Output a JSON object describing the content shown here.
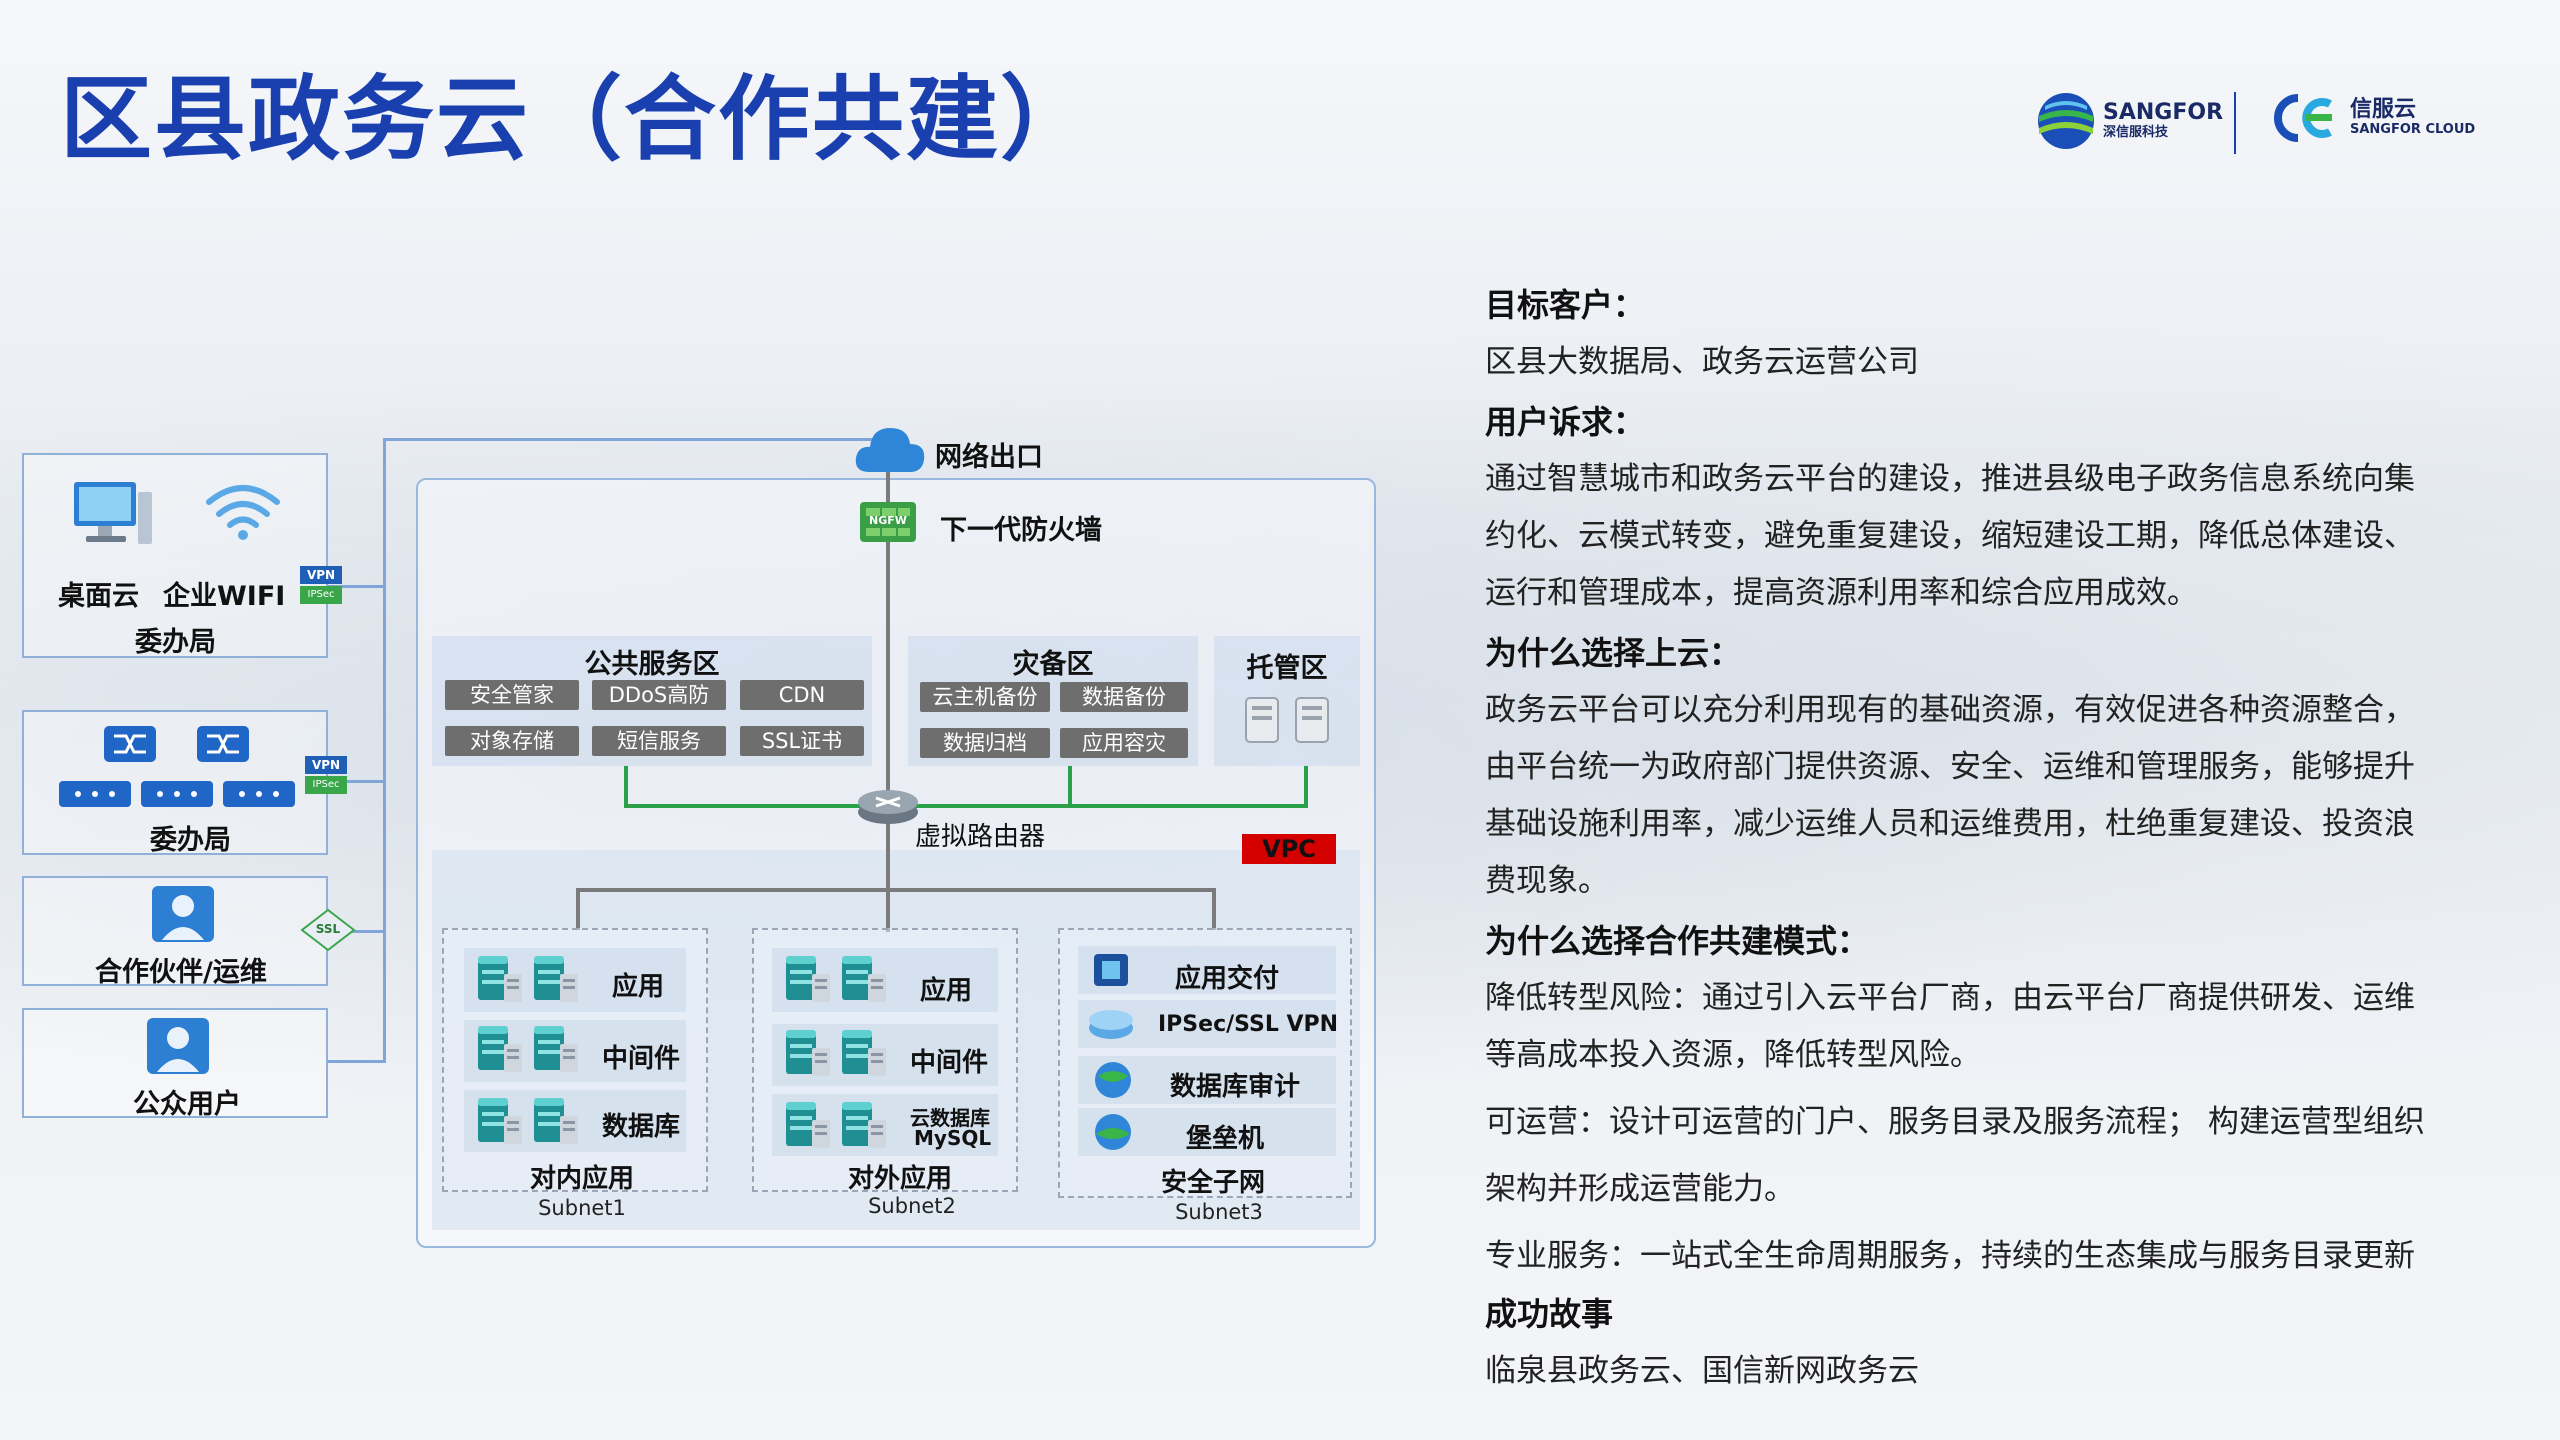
{
  "title": "区县政务云（合作共建）",
  "logos": {
    "sangfor_en": "SANGFOR",
    "sangfor_cn": "深信服科技",
    "cloud_cn": "信服云",
    "cloud_en": "SANGFOR CLOUD"
  },
  "right_panel": {
    "target_heading": "目标客户：",
    "target_text": "区县大数据局、政务云运营公司",
    "demand_heading": "用户诉求：",
    "demand_lines": [
      "通过智慧城市和政务云平台的建设，推进县级电子政务信息系统向集",
      "约化、云模式转变，避免重复建设，缩短建设工期，降低总体建设、",
      "运行和管理成本，提高资源利用率和综合应用成效。"
    ],
    "why_cloud_heading": "为什么选择上云：",
    "why_cloud_lines": [
      "政务云平台可以充分利用现有的基础资源，有效促进各种资源整合，",
      "由平台统一为政府部门提供资源、安全、运维和管理服务，能够提升",
      "基础设施利用率，减少运维人员和运维费用，杜绝重复建设、投资浪",
      "费现象。"
    ],
    "why_coop_heading": "为什么选择合作共建模式：",
    "why_coop_lines": [
      "降低转型风险：通过引入云平台厂商，由云平台厂商提供研发、运维",
      "等高成本投入资源，降低转型风险。",
      "可运营：设计可运营的门户、服务目录及服务流程； 构建运营型组织",
      "架构并形成运营能力。",
      "专业服务：一站式全生命周期服务，持续的生态集成与服务目录更新"
    ],
    "success_heading": "成功故事",
    "success_text": "临泉县政务云、国信新网政务云"
  },
  "diagram": {
    "left": {
      "box1": {
        "item1": "桌面云",
        "item2": "企业WIFI",
        "caption": "委办局"
      },
      "box2": {
        "caption": "委办局"
      },
      "box3": {
        "caption": "合作伙伴/运维"
      },
      "box4": {
        "caption": "公众用户"
      },
      "vpn_badge": "VPN",
      "ipsec_badge": "IPSec",
      "ssl_badge": "SSL"
    },
    "network_exit": "网络出口",
    "firewall": "下一代防火墙",
    "firewall_badge": "NGFW",
    "public_zone": {
      "title": "公共服务区",
      "tags": [
        "安全管家",
        "DDoS高防",
        "CDN",
        "对象存储",
        "短信服务",
        "SSL证书"
      ]
    },
    "dr_zone": {
      "title": "灾备区",
      "tags": [
        "云主机备份",
        "数据备份",
        "数据归档",
        "应用容灾"
      ]
    },
    "hosting_zone": {
      "title": "托管区"
    },
    "router": "虚拟路由器",
    "vpc": "VPC",
    "subnet1": {
      "rows": [
        "应用",
        "中间件",
        "数据库"
      ],
      "title": "对内应用",
      "subnet": "Subnet1"
    },
    "subnet2": {
      "rows": [
        "应用",
        "中间件"
      ],
      "db_line1": "云数据库",
      "db_line2": "MySQL",
      "title": "对外应用",
      "subnet": "Subnet2"
    },
    "subnet3": {
      "rows": [
        "应用交付",
        "IPSec/SSL VPN",
        "数据库审计",
        "堡垒机"
      ],
      "title": "安全子网",
      "subnet": "Subnet3"
    }
  },
  "colors": {
    "title": "#1a3fae",
    "connector": "#7fa6d6",
    "green_link": "#2aa04a",
    "vpc_badge": "#d40000",
    "tag_bg": "#6e6e6e"
  }
}
